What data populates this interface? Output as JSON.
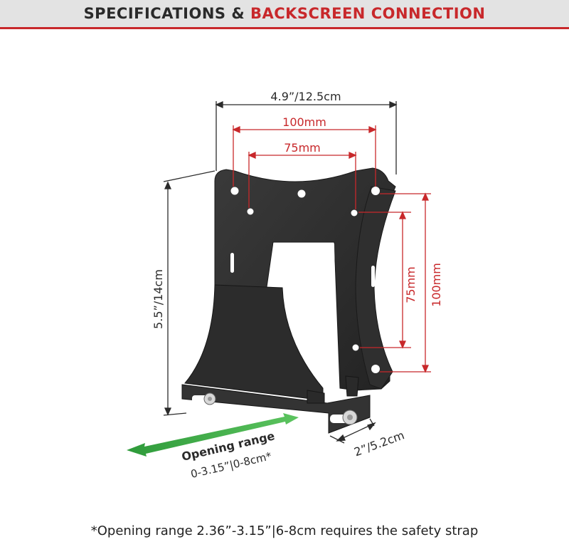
{
  "header": {
    "title_part1": "SPECIFICATIONS & ",
    "title_part2": "BACKSCREEN CONNECTION"
  },
  "dimensions": {
    "overall_width": "4.9”/12.5cm",
    "overall_height": "5.5”/14cm",
    "vesa_wide_horizontal": "100mm",
    "vesa_narrow_horizontal": "75mm",
    "vesa_narrow_vertical": "75mm",
    "vesa_wide_vertical": "100mm",
    "depth": "2”/5.2cm"
  },
  "opening_range": {
    "label": "Opening range",
    "value": "0-3.15”|0-8cm*"
  },
  "footnote": "*Opening range 2.36”-3.15”|6-8cm requires the safety strap",
  "colors": {
    "accent_red": "#c8282b",
    "arrow_green": "#3aa845",
    "bracket_black": "#2b2b2b"
  }
}
